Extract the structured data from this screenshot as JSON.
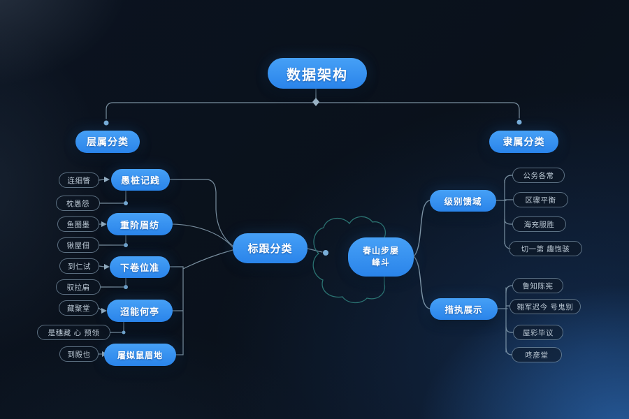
{
  "colors": {
    "node_blue": "#2e8bf0",
    "background": "#0a121d",
    "connector_line": "#8ba3b4",
    "blob_teal": "#2f7d7a",
    "leaf_text": "#bac7d3",
    "corner_glow_blue": "#347cd2"
  },
  "root": {
    "title": "数据架构"
  },
  "left": {
    "header": "层属分类",
    "mid": [
      "愚桩记践",
      "重阶眉纺",
      "下卷位准",
      "迢能何亭",
      "屠姒鼠眉地"
    ],
    "leaves": [
      "连细瞥",
      "枕愚怨",
      "鱼圈墨",
      "锹屋佃",
      "到仁试",
      "驭拉扁",
      "藏聚堂",
      "是穗藏 心 预领",
      "到殿也"
    ]
  },
  "center": {
    "label": "标跟分类"
  },
  "hub": {
    "line1": "春山步屡",
    "line2": "峰斗"
  },
  "right": {
    "header": "隶属分类",
    "mid": [
      "级别馈域",
      "措执展示"
    ],
    "leaves_top": [
      "公务各常",
      "区骤平衡",
      "海充服胜",
      "切一第 趣饱骇"
    ],
    "leaves_bottom": [
      "鲁知陈宪",
      "翱军迟今 号鬼别",
      "屋彩毕议",
      "咚彦堂"
    ]
  }
}
